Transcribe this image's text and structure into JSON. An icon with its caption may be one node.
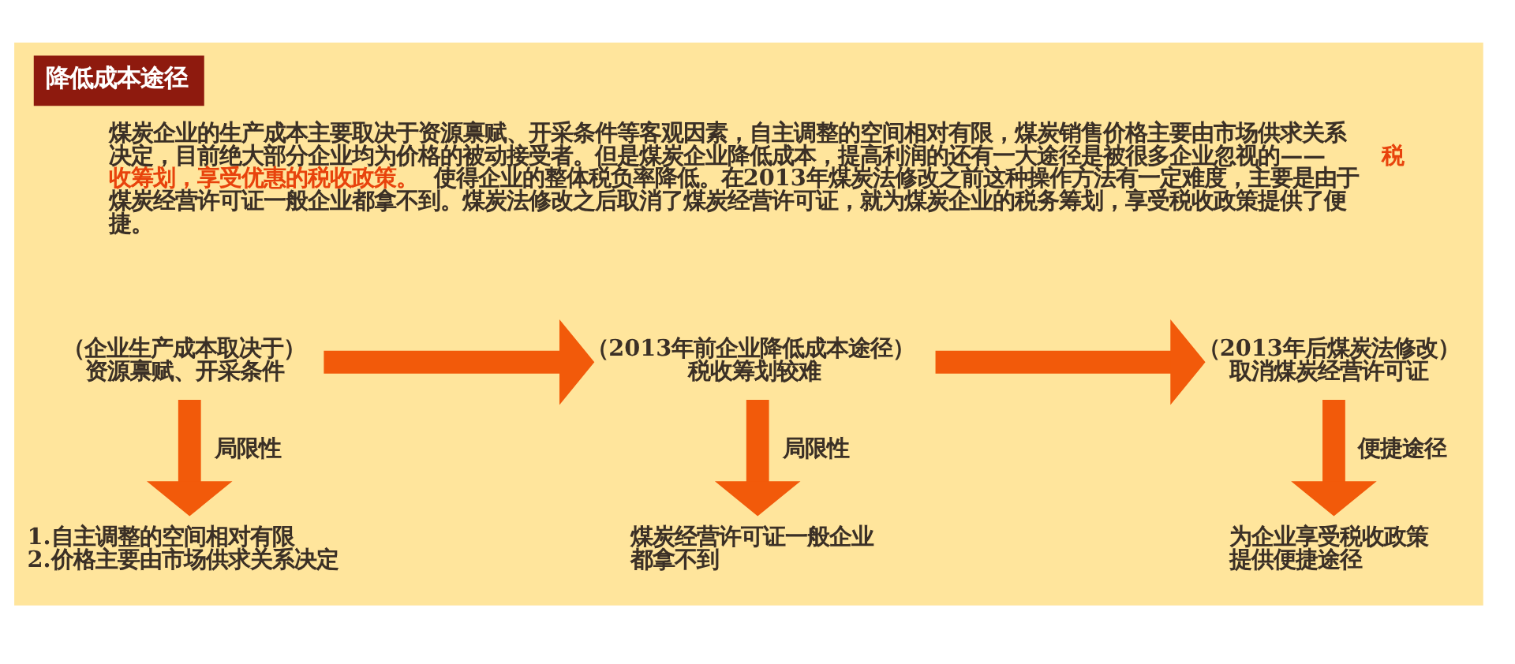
{
  "diagram": {
    "title": "降低成本途径",
    "nodes": [
      {
        "text": [
          "（企业生产成本取决于）",
          "资源禀赋、开采条件"
        ]
      },
      {
        "text": [
          "（2013年前企业降低成本途径）",
          "税收筹划较难"
        ]
      },
      {
        "text": [
          "（2013年后煤炭法修改）",
          "取消煤炭经营许可证"
        ]
      },
      {
        "text": [
          "1.自主调整的空间相对有限",
          "2.价格主要由市场供求关系决定"
        ]
      },
      {
        "text": [
          "煤炭经营许可证一般企业都拿不到"
        ]
      },
      {
        "text": [
          "为企业享受税收政策提供便捷途径"
        ]
      }
    ],
    "edges": [
      {
        "from": 0,
        "to": 1,
        "arrow": "to"
      },
      {
        "from": 1,
        "to": 2,
        "arrow": "to"
      },
      {
        "from": 0,
        "to": 3,
        "arrow": "to",
        "label": "局限性"
      },
      {
        "from": 1,
        "to": 4,
        "arrow": "to",
        "label": "局限性"
      },
      {
        "from": 2,
        "to": 5,
        "arrow": "to",
        "label": "便捷途径"
      }
    ],
    "labels": [
      "煤炭企业的生产成本主要取决于资源禀赋、开采条件等客观因素，自主调整的空间相对有限，煤炭销售价格主要由市场供求关系决定，目前绝大部分企业均为价格的被动接受者。但是煤炭企业降低成本，提高利润的还有一大途径是被很多企业忽视的——**税收筹划，享受优惠的税收政策。**使得企业的整体税负率降低。在2013年煤炭法修改之前这种操作方法有一定难度，主要是由于煤炭经营许可证一般企业都拿不到。煤炭法修改之后取消了煤炭经营许可证，就为煤炭企业的税务筹划，享受税收政策提供了便捷。"
    ]
  }
}
